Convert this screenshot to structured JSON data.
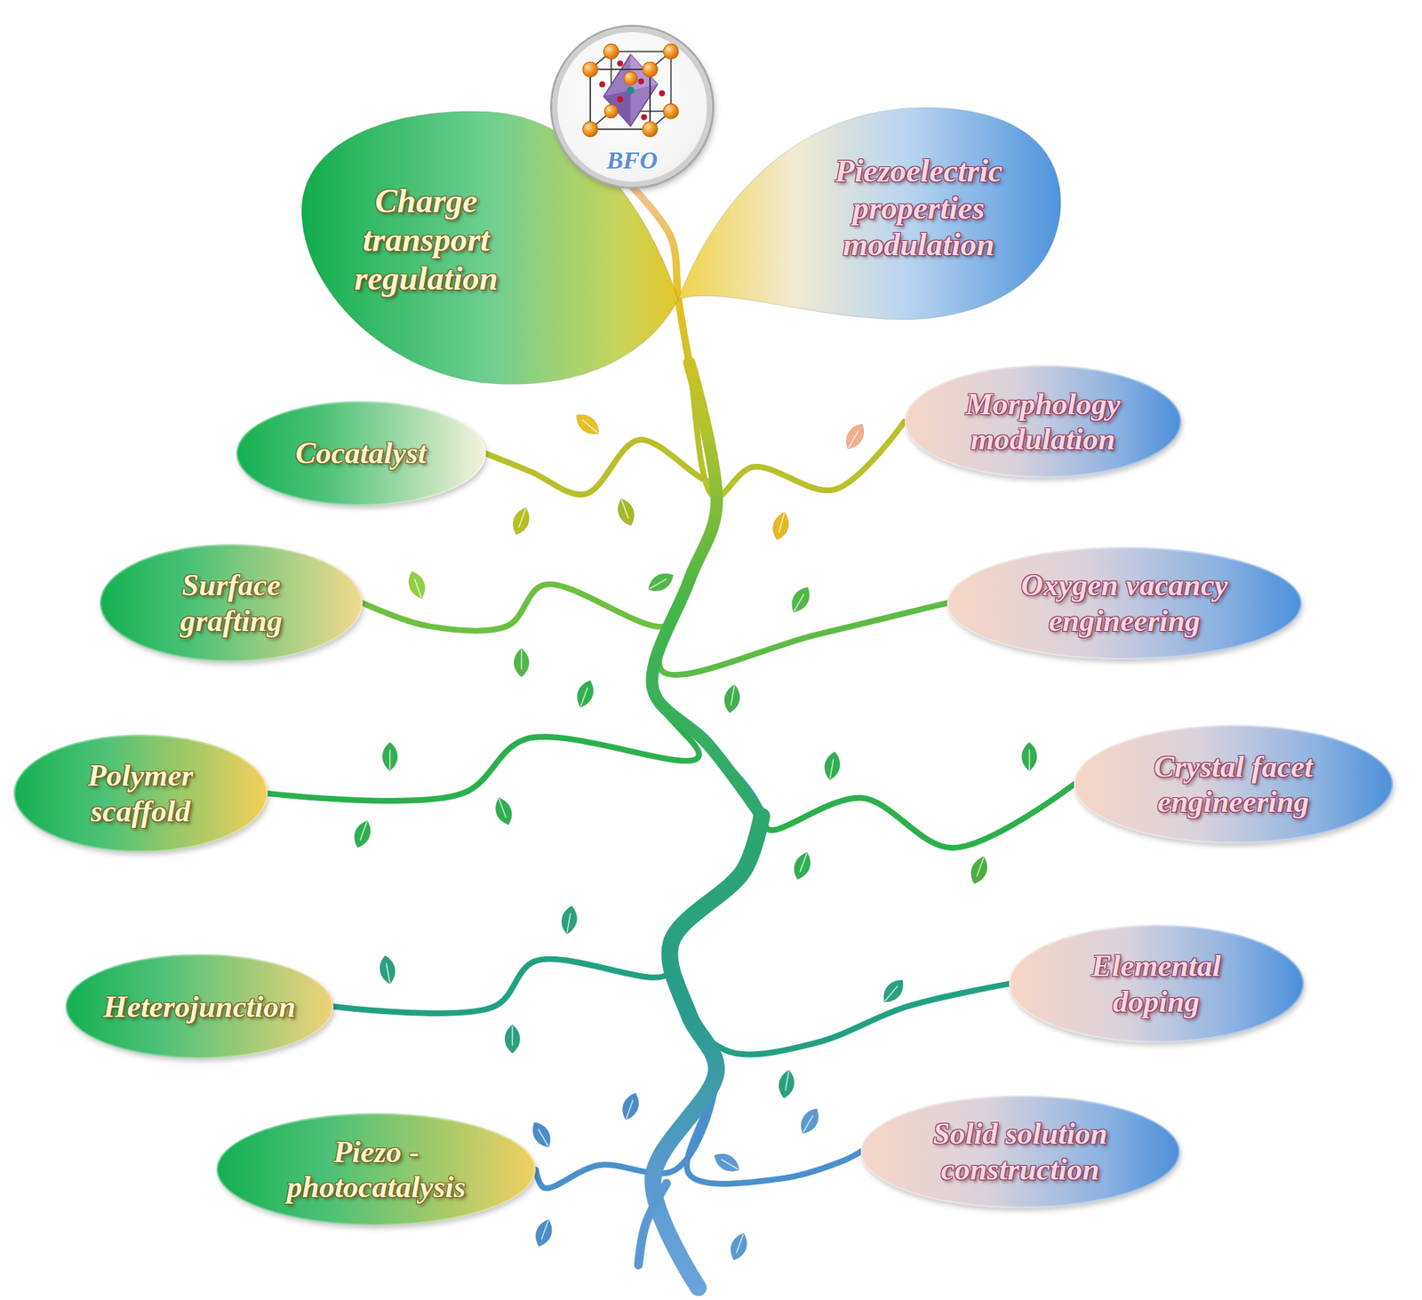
{
  "diagram": {
    "nodes": [
      {
        "text": [
          "BFO"
        ]
      },
      {
        "text": [
          "Charge transport regulation"
        ]
      },
      {
        "text": [
          "Piezoelectric properties modulation"
        ]
      },
      {
        "text": [
          "Cocatalyst"
        ]
      },
      {
        "text": [
          "Morphology modulation"
        ]
      },
      {
        "text": [
          "Surface grafting"
        ]
      },
      {
        "text": [
          "Oxygen vacancy engineering"
        ]
      },
      {
        "text": [
          "Polymer scaffold"
        ]
      },
      {
        "text": [
          "Crystal facet engineering"
        ]
      },
      {
        "text": [
          "Heterojunction"
        ]
      },
      {
        "text": [
          "Elemental doping"
        ]
      },
      {
        "text": [
          "Piezo - photocatalysis"
        ]
      },
      {
        "text": [
          "Solid solution construction"
        ]
      }
    ],
    "edges": [
      {
        "from": 0,
        "to": 3,
        "arrow": "none"
      },
      {
        "from": 0,
        "to": 4,
        "arrow": "none"
      },
      {
        "from": 0,
        "to": 5,
        "arrow": "none"
      },
      {
        "from": 0,
        "to": 6,
        "arrow": "none"
      },
      {
        "from": 0,
        "to": 7,
        "arrow": "none"
      },
      {
        "from": 0,
        "to": 8,
        "arrow": "none"
      },
      {
        "from": 0,
        "to": 9,
        "arrow": "none"
      },
      {
        "from": 0,
        "to": 10,
        "arrow": "none"
      },
      {
        "from": 0,
        "to": 11,
        "arrow": "none"
      },
      {
        "from": 0,
        "to": 12,
        "arrow": "none"
      }
    ]
  }
}
